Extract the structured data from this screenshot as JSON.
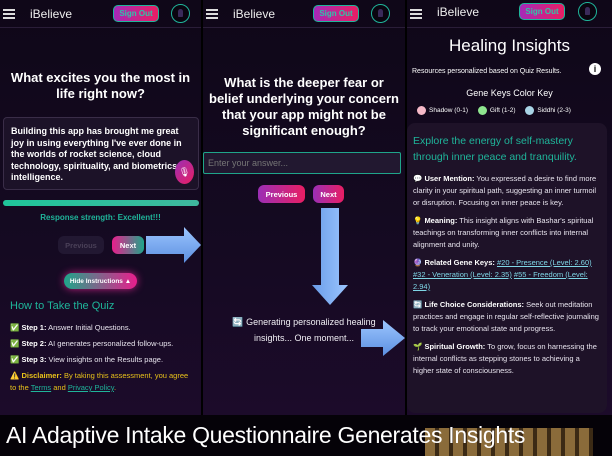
{
  "app": {
    "brand": "iBelieve",
    "sign_out": "Sign Out"
  },
  "panel1": {
    "question": "What excites you the most in life right now?",
    "answer": "Building this app has brought me great joy in using everything I've ever done in the worlds of rocket science, cloud technology, spirituality, and biometrics intelligence.",
    "progress_percent": 100,
    "response_strength": "Response strength: Excellent!!!",
    "previous": "Previous",
    "next": "Next",
    "hide_instructions": "Hide Instructions ▲",
    "how_to_title": "How to Take the Quiz",
    "steps": [
      {
        "label": "Step 1:",
        "text": " Answer Initial Questions."
      },
      {
        "label": "Step 2:",
        "text": " AI generates personalized follow-ups."
      },
      {
        "label": "Step 3:",
        "text": " View insights on the Results page."
      }
    ],
    "disclaimer_label": "Disclaimer:",
    "disclaimer_text": " By taking this assessment, you agree to the ",
    "terms": "Terms",
    "and": " and ",
    "privacy": "Privacy Policy",
    "period": "."
  },
  "panel2": {
    "question": "What is the deeper fear or belief underlying your concern that your app might not be significant enough?",
    "placeholder": "Enter your answer...",
    "previous": "Previous",
    "next": "Next",
    "loading": "Generating personalized healing insights... One moment..."
  },
  "panel3": {
    "title": "Healing Insights",
    "subtitle": "Resources personalized based on Quiz Results.",
    "color_key_title": "Gene Keys Color Key",
    "legend": [
      {
        "label": "Shadow (0-1)",
        "color": "#f6b9c8"
      },
      {
        "label": "Gift (1-2)",
        "color": "#8fe58f"
      },
      {
        "label": "Siddhi (2-3)",
        "color": "#a9d4e6"
      }
    ],
    "headline": "Explore the energy of self-mastery through inner peace and tranquility.",
    "user_mention_label": "User Mention:",
    "user_mention": " You expressed a desire to find more clarity in your spiritual path, suggesting an inner turmoil or disruption. Focusing on inner peace is key.",
    "meaning_label": "Meaning:",
    "meaning": " This insight aligns with Bashar's spiritual teachings on transforming inner conflicts into internal alignment and unity.",
    "gene_keys_label": "Related Gene Keys:",
    "gene_keys": [
      "#20 - Presence (Level: 2.60)",
      "#32 - Veneration (Level: 2.35)",
      "#55 - Freedom (Level: 2.94)"
    ],
    "life_label": "Life Choice Considerations:",
    "life": " Seek out meditation practices and engage in regular self-reflective journaling to track your emotional state and progress.",
    "growth_label": "Spiritual Growth:",
    "growth": " To grow, focus on harnessing the internal conflicts as stepping stones to achieving a higher state of consciousness."
  },
  "caption": "AI Adaptive Intake Questionnaire Generates Insights"
}
